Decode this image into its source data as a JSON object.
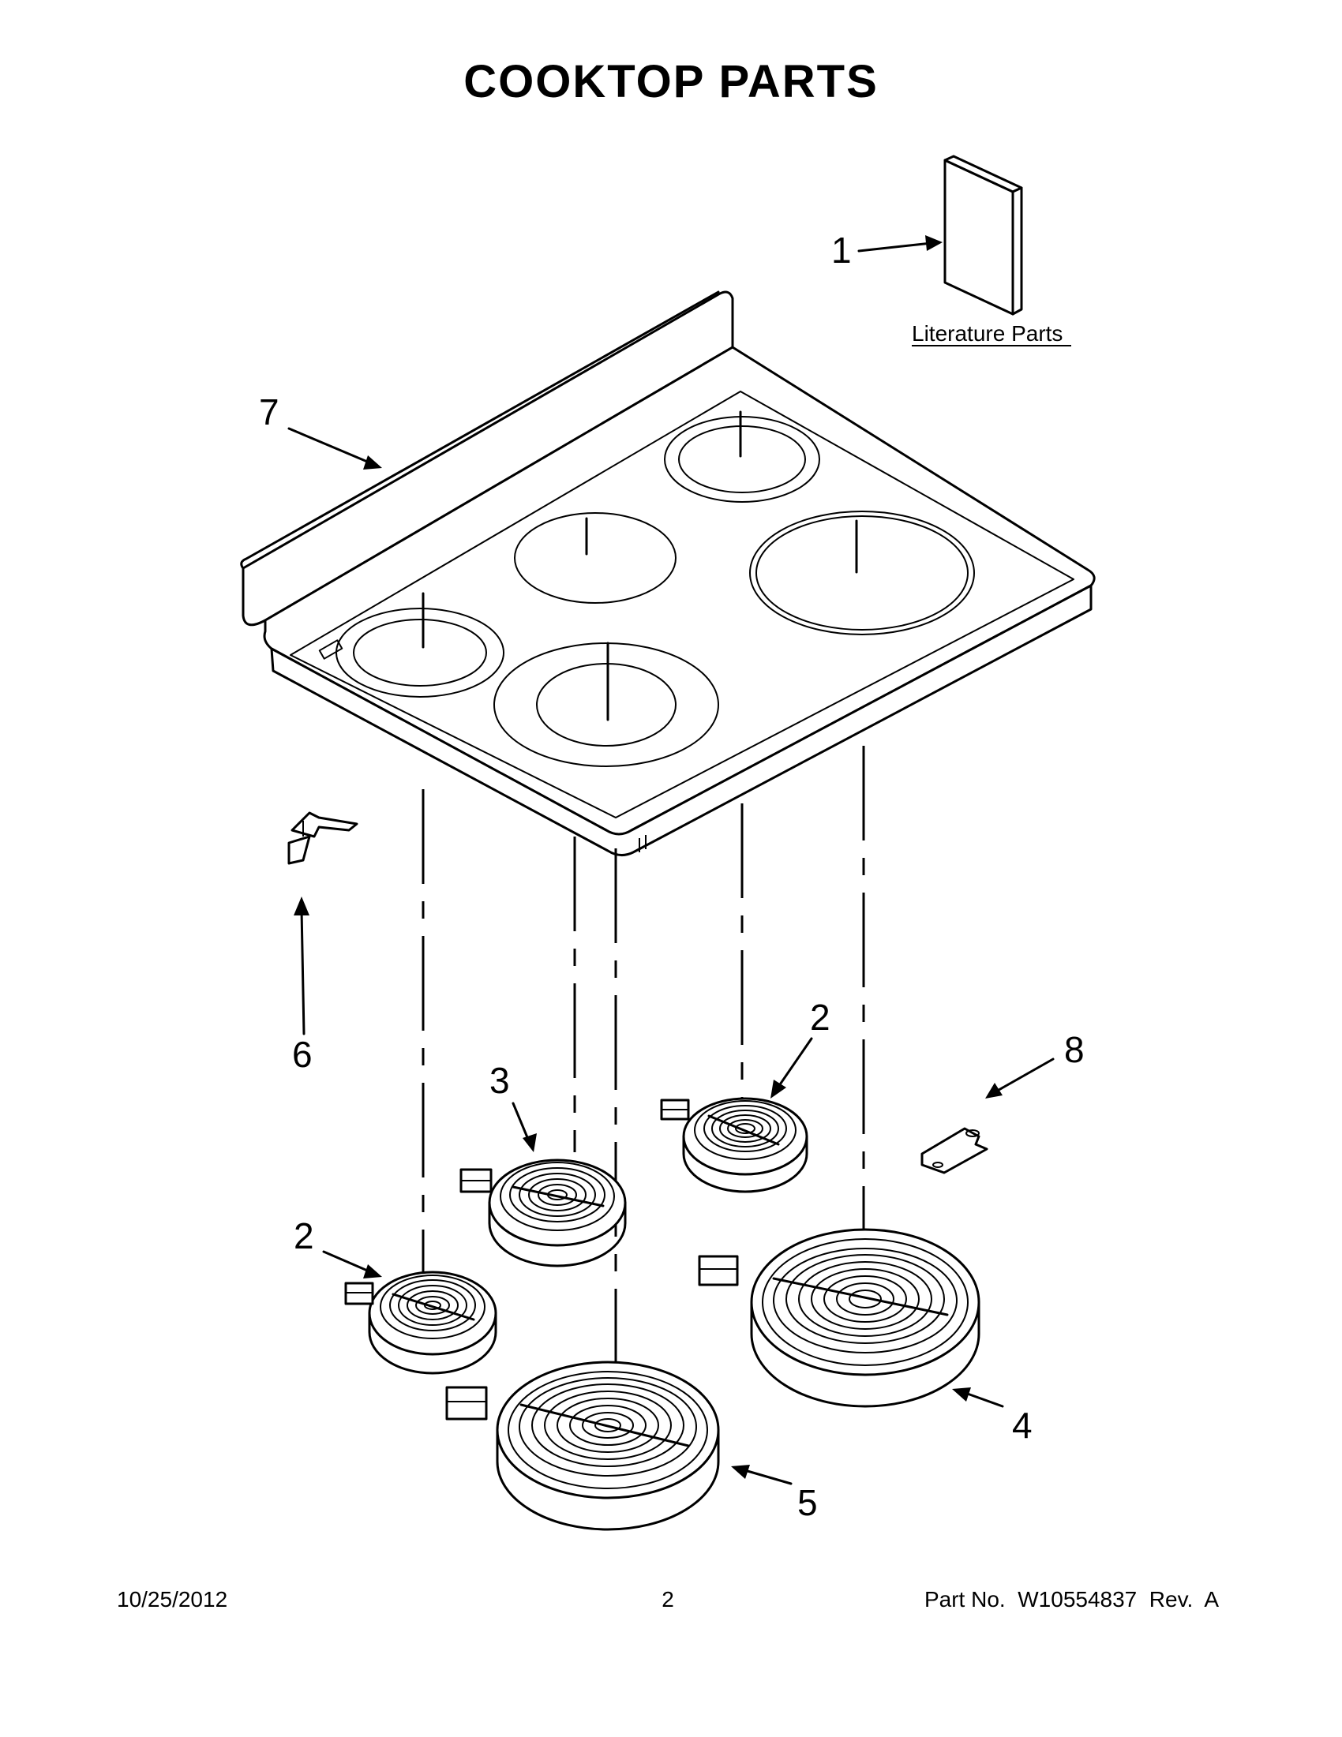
{
  "title": "COOKTOP PARTS",
  "literature_label": "Literature Parts",
  "callouts": {
    "c1": "1",
    "c2a": "2",
    "c2b": "2",
    "c3": "3",
    "c4": "4",
    "c5": "5",
    "c6": "6",
    "c7": "7",
    "c8": "8"
  },
  "footer": {
    "date": "10/25/2012",
    "page": "2",
    "part_no": "Part No.  W10554837  Rev.  A"
  }
}
